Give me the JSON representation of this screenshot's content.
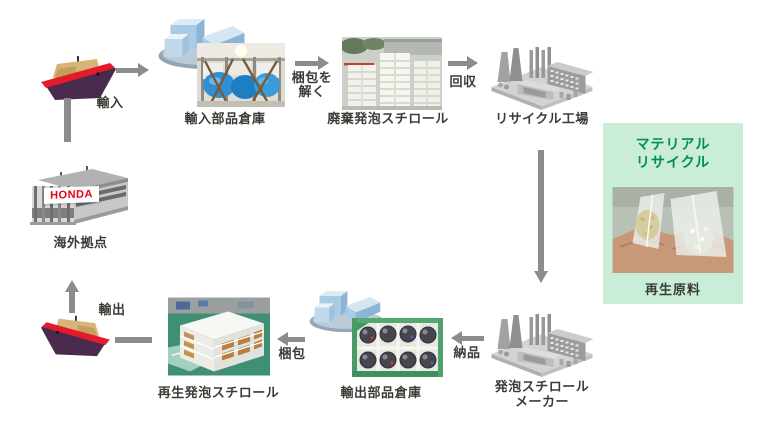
{
  "nodes": {
    "import_warehouse": {
      "label": "輸入部品倉庫"
    },
    "waste_styrofoam": {
      "label": "廃棄発泡スチロール"
    },
    "recycle_plant": {
      "label": "リサイクル工場"
    },
    "overseas_base": {
      "label": "海外拠点",
      "sign": "HONDA"
    },
    "recycled_styrofoam": {
      "label": "再生発泡スチロール"
    },
    "export_warehouse": {
      "label": "輸出部品倉庫"
    },
    "styrofoam_maker": {
      "label": "発泡スチロール\nメーカー"
    }
  },
  "callout": {
    "title": "マテリアル\nリサイクル",
    "caption": "再生原料"
  },
  "edge_labels": {
    "import": "輸入",
    "unpack": "梱包を\n解く",
    "collect": "回収",
    "export": "輸出",
    "pack": "梱包",
    "deliver": "納品"
  },
  "colors": {
    "arrow": "#8c8c8c",
    "label_text": "#3c3c36",
    "callout_bg": "#c9edd8",
    "callout_text": "#008f4c",
    "honda_red": "#e60012"
  }
}
